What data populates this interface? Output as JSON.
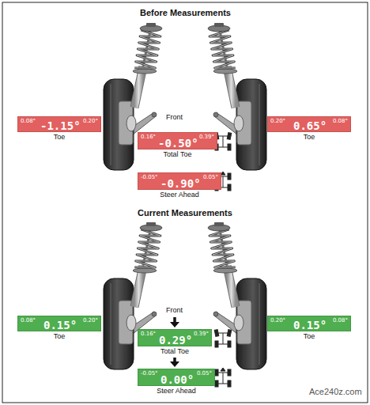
{
  "diagram": {
    "nodes": [
      {
        "text": [
          "0.08°",
          "0.20°",
          "-1.15°",
          "Toe"
        ]
      },
      {
        "text": [
          "0.20°",
          "0.08°",
          "0.65°",
          "Toe"
        ]
      },
      {
        "text": [
          "0.16°",
          "0.39°",
          "-0.50°",
          "Total Toe"
        ]
      },
      {
        "text": [
          "-0.05°",
          "0.05°",
          "-0.90°",
          "Steer Ahead"
        ]
      },
      {
        "text": [
          "0.08°",
          "0.20°",
          "0.15°",
          "Toe"
        ]
      },
      {
        "text": [
          "0.20°",
          "0.08°",
          "0.15°",
          "Toe"
        ]
      },
      {
        "text": [
          "0.16°",
          "0.39°",
          "0.29°",
          "Total Toe"
        ]
      },
      {
        "text": [
          "-0.05°",
          "0.05°",
          "0.00°",
          "Steer Ahead"
        ]
      }
    ],
    "edges": [
      {
        "from": 6,
        "to": 7,
        "arrow": "to"
      }
    ],
    "labels": [
      "Before Measurements",
      "Front",
      "Current Measurements",
      "Front",
      "Ace240z.com"
    ]
  }
}
